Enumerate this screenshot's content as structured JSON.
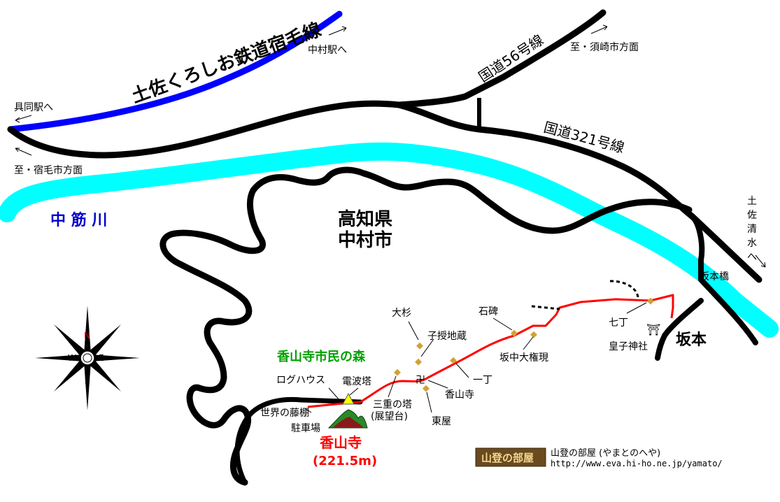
{
  "railway": {
    "name": "土佐くろしお鉄道宿毛線"
  },
  "roads": {
    "route56": "国道56号線",
    "route321": "国道321号線"
  },
  "directions": {
    "nakamura_station": "中村駅へ",
    "gudo_station": "具同駅へ",
    "sukumo": "至・宿毛市方面",
    "susaki": "至・須崎市方面",
    "tosa_shimizu_1": "土",
    "tosa_shimizu_2": "佐",
    "tosa_shimizu_3": "清",
    "tosa_shimizu_4": "水",
    "tosa_shimizu_5": "へ"
  },
  "river": {
    "name": "中 筋 川"
  },
  "region": {
    "line1": "高知県",
    "line2": "中村市"
  },
  "places": {
    "sakamoto": "坂本",
    "sakamoto_bridge": "坂本橋",
    "oosugi": "大杉",
    "koju_jizo": "子授地蔵",
    "sekihi": "石碑",
    "sakanaka_daigongen": "坂中大権現",
    "itcho": "一丁",
    "nanacho": "七丁",
    "ouji_jinja": "皇子神社",
    "kouzanji_temple": "香山寺",
    "azumaya": "東屋",
    "sanju_no_to_1": "三重の塔",
    "sanju_no_to_2": "(展望台)",
    "denpato": "電波塔",
    "log_house": "ログハウス",
    "fuji_dana": "世界の藤棚",
    "parking": "駐車場",
    "forest": "香山寺市民の森"
  },
  "summit": {
    "name": "香山寺",
    "elevation": "(221.5m)"
  },
  "compass": {
    "n": "N",
    "s": "S",
    "e": "E",
    "w": "W"
  },
  "credit": {
    "logo_text": "山登の部屋",
    "title": "山登の部屋 (やまとのへや)",
    "url": "http://www.eva.hi-ho.ne.jp/yamato/"
  },
  "colors": {
    "river": "#00ffff",
    "railway": "#0000ff",
    "road": "#000000",
    "trail": "#ff0000",
    "forest_label": "#00a000",
    "summit_label": "#ff0000",
    "river_label": "#0000cc",
    "marker": "#d4a035"
  }
}
